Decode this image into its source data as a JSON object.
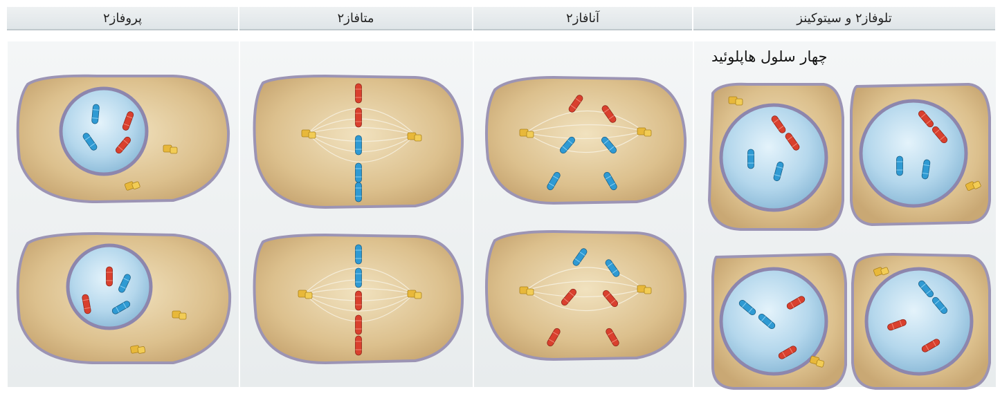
{
  "stages": [
    {
      "id": "prophase2",
      "label": "پروفاز۲"
    },
    {
      "id": "metaphase2",
      "label": "متافاز۲"
    },
    {
      "id": "anaphase2",
      "label": "آنافاز۲"
    },
    {
      "id": "telophase2",
      "label": "تلوفاز۲ و سیتوکینز"
    }
  ],
  "telophase_caption": "چهار سلول هاپلوئید",
  "colors": {
    "cytoplasm": "#d9bf8c",
    "membrane": "#9c94b4",
    "nucleus": "#a9cde4",
    "red_chromosome": "#d9402e",
    "blue_chromosome": "#2f9ad3",
    "centrosome": "#e8b83a"
  }
}
